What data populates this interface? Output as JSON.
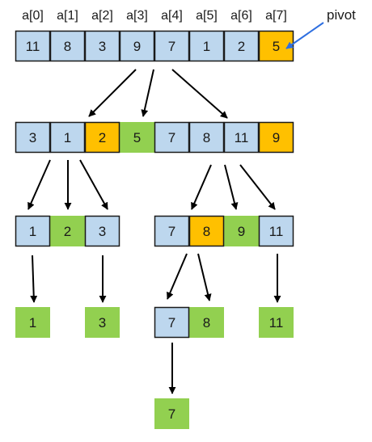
{
  "colors": {
    "plain": "#bdd7ee",
    "pivot": "#ffc000",
    "placed": "#92d050",
    "arrow": "#000000",
    "pivot_arrow": "#2e6fe0"
  },
  "indices": [
    "a[0]",
    "a[1]",
    "a[2]",
    "a[3]",
    "a[4]",
    "a[5]",
    "a[6]",
    "a[7]"
  ],
  "pivot_label": "pivot",
  "rows": [
    {
      "cells": [
        {
          "v": "11",
          "k": "plain"
        },
        {
          "v": "8",
          "k": "plain"
        },
        {
          "v": "3",
          "k": "plain"
        },
        {
          "v": "9",
          "k": "plain"
        },
        {
          "v": "7",
          "k": "plain"
        },
        {
          "v": "1",
          "k": "plain"
        },
        {
          "v": "2",
          "k": "plain"
        },
        {
          "v": "5",
          "k": "pivot"
        }
      ]
    },
    {
      "cells": [
        {
          "v": "3",
          "k": "plain"
        },
        {
          "v": "1",
          "k": "plain"
        },
        {
          "v": "2",
          "k": "pivot"
        },
        {
          "v": "5",
          "k": "placed"
        },
        {
          "v": "7",
          "k": "plain"
        },
        {
          "v": "8",
          "k": "plain"
        },
        {
          "v": "11",
          "k": "plain"
        },
        {
          "v": "9",
          "k": "pivot"
        }
      ]
    },
    {
      "cells": [
        {
          "v": "1",
          "k": "plain"
        },
        {
          "v": "2",
          "k": "placed"
        },
        {
          "v": "3",
          "k": "plain"
        },
        {
          "v": "7",
          "k": "plain"
        },
        {
          "v": "8",
          "k": "pivot"
        },
        {
          "v": "9",
          "k": "placed"
        },
        {
          "v": "11",
          "k": "plain"
        }
      ]
    },
    {
      "cells": [
        {
          "v": "1",
          "k": "placed"
        },
        {
          "v": "3",
          "k": "placed"
        },
        {
          "v": "7",
          "k": "plain"
        },
        {
          "v": "8",
          "k": "placed"
        },
        {
          "v": "11",
          "k": "placed"
        }
      ]
    },
    {
      "cells": [
        {
          "v": "7",
          "k": "placed"
        }
      ]
    }
  ]
}
